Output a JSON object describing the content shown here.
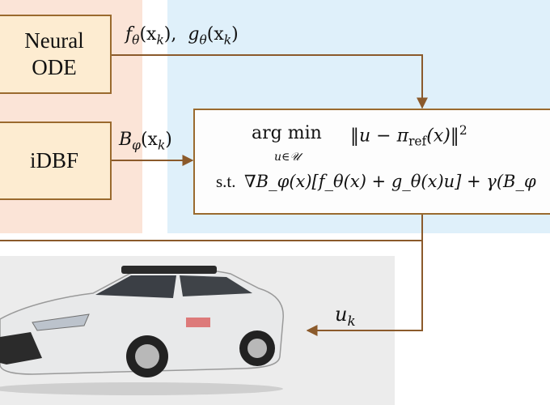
{
  "neural_ode_box": {
    "line1": "Neural",
    "line2": "ODE"
  },
  "idbf_box": {
    "label": "iDBF"
  },
  "signals": {
    "f": {
      "name": "f",
      "sub": "θ",
      "arg": "(x",
      "arg_sub": "k",
      "close": ")"
    },
    "comma": ",",
    "g": {
      "name": "g",
      "sub": "θ",
      "arg": "(x",
      "arg_sub": "k",
      "close": ")"
    },
    "b": {
      "name": "B",
      "sub": "φ",
      "arg": "(x",
      "arg_sub": "k",
      "close": ")"
    },
    "u": {
      "name": "u",
      "sub": "k"
    }
  },
  "optimization": {
    "operator": "arg min",
    "operator_sub": "u∈𝒰",
    "objective": "‖u − π",
    "objective_sub": "ref",
    "objective_tail": "(x)‖",
    "objective_sup": "2",
    "st_label": "s.t.",
    "constraint": "∇B_φ(x)[f_θ(x) + g_θ(x)u] + γ(B_φ"
  },
  "colors": {
    "arrow": "#8b5a2b",
    "left_panel": "#fbe4d7",
    "right_panel": "#dff0fa",
    "bottom_panel": "#ececec",
    "box_fill": "#fdecd1"
  }
}
